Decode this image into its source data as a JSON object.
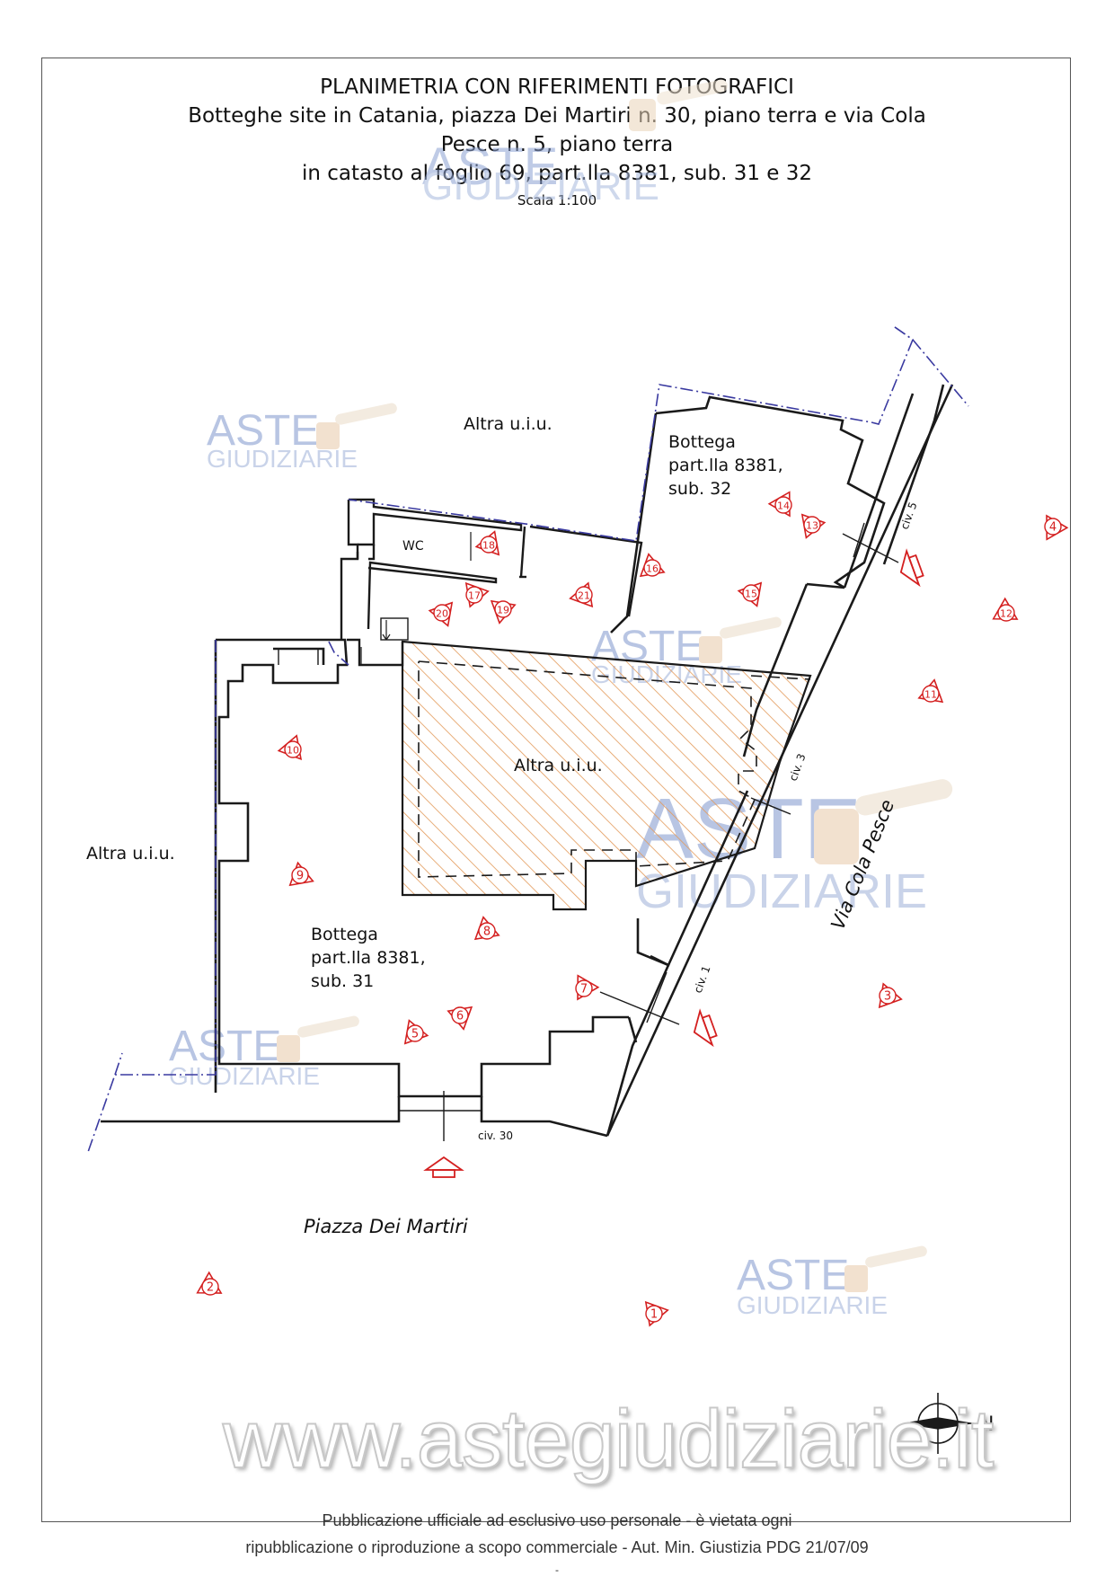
{
  "header": {
    "line1": "PLANIMETRIA CON RIFERIMENTI FOTOGRAFICI",
    "line2": "Botteghe site in Catania, piazza Dei Martiri n. 30, piano terra e via Cola",
    "line3": "Pesce n. 5, piano terra",
    "line4": "in catasto al foglio 69, part.lla 8381, sub. 31 e 32",
    "scale": "Scala 1:100"
  },
  "labels": {
    "altra_top": "Altra u.i.u.",
    "altra_left": "Altra u.i.u.",
    "altra_center": "Altra u.i.u.",
    "bottega32_l1": "Bottega",
    "bottega32_l2": "part.lla 8381,",
    "bottega32_l3": "sub. 32",
    "bottega31_l1": "Bottega",
    "bottega31_l2": "part.lla 8381,",
    "bottega31_l3": "sub. 31",
    "wc": "WC",
    "civ5": "civ. 5",
    "civ3": "civ. 3",
    "civ1": "civ. 1",
    "civ30": "civ. 30",
    "street_cola": "Via Cola Pesce",
    "street_piazza": "Piazza Dei Martiri",
    "north": "N"
  },
  "photo_markers": [
    "1",
    "2",
    "3",
    "4",
    "5",
    "6",
    "7",
    "8",
    "9",
    "10",
    "11",
    "12",
    "13",
    "14",
    "15",
    "16",
    "17",
    "18",
    "19",
    "20",
    "21"
  ],
  "watermarks": {
    "brand_top": "ASTE",
    "brand_bottom": "GIUDIZIARIE",
    "url": "www.astegiudiziarie.it"
  },
  "footer": {
    "line1": "Pubblicazione ufficiale ad esclusivo uso personale - è vietata ogni",
    "line2": "ripubblicazione o riproduzione a scopo commerciale - Aut. Min. Giustizia PDG 21/07/09",
    "line3": "-"
  },
  "colors": {
    "wall": "#1a1a1a",
    "boundary": "#3a3aa0",
    "marker": "#d42020",
    "hatch": "#e39a5a",
    "watermark": "#6b86c4"
  }
}
